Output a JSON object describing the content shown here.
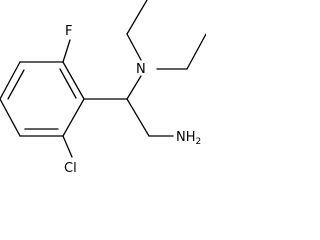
{
  "molecule": {
    "atoms": {
      "fluorine": "F",
      "nitrogen": "N",
      "chlorine": "Cl",
      "amine_n": "NH",
      "amine_h_count": "2"
    }
  }
}
